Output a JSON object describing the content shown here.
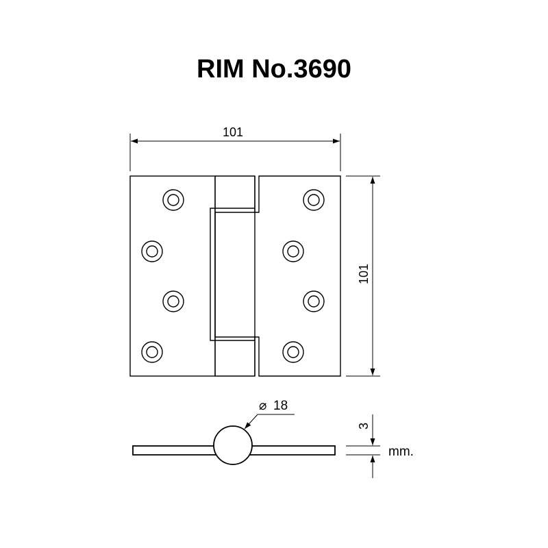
{
  "title": "RIM No.3690",
  "dimensions": {
    "width": "101",
    "height": "101",
    "pin_diameter_symbol": "⌀",
    "pin_diameter": "18",
    "thickness": "3",
    "unit": "mm."
  },
  "colors": {
    "line": "#000000",
    "background": "#ffffff"
  }
}
